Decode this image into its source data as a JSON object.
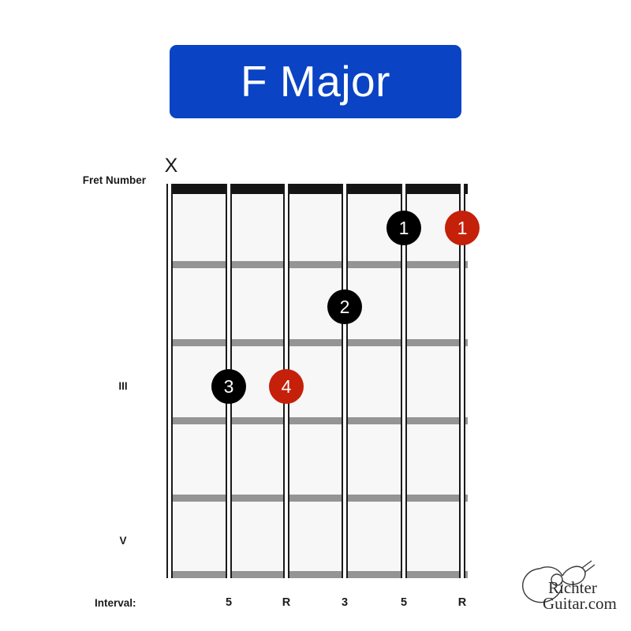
{
  "title": {
    "text": "F Major",
    "background_color": "#0A43C4",
    "text_color": "#FFFFFF"
  },
  "labels": {
    "fret_number": "Fret Number",
    "interval": "Interval:",
    "mute_marker": "X"
  },
  "fret_markers": [
    {
      "numeral": "III",
      "fret": 3
    },
    {
      "numeral": "V",
      "fret": 5
    }
  ],
  "colors": {
    "finger_black": "#000000",
    "finger_red": "#C4200A",
    "fret_line": "#949494",
    "nut": "#141414",
    "board": "#F7F7F7",
    "string": "#FFFFFF"
  },
  "diagram": {
    "strings": 6,
    "frets": 5,
    "dots": [
      {
        "string": 5,
        "fret": 1,
        "finger": "1",
        "color": "black"
      },
      {
        "string": 6,
        "fret": 1,
        "finger": "1",
        "color": "red"
      },
      {
        "string": 4,
        "fret": 2,
        "finger": "2",
        "color": "black"
      },
      {
        "string": 2,
        "fret": 3,
        "finger": "3",
        "color": "black"
      },
      {
        "string": 3,
        "fret": 3,
        "finger": "4",
        "color": "red"
      }
    ],
    "muted_strings": [
      1
    ],
    "intervals": [
      {
        "string": 1,
        "value": ""
      },
      {
        "string": 2,
        "value": "5"
      },
      {
        "string": 3,
        "value": "R"
      },
      {
        "string": 4,
        "value": "3"
      },
      {
        "string": 5,
        "value": "5"
      },
      {
        "string": 6,
        "value": "R"
      }
    ]
  },
  "logo": {
    "line1": "Richter",
    "line2": "Guitar.com"
  }
}
